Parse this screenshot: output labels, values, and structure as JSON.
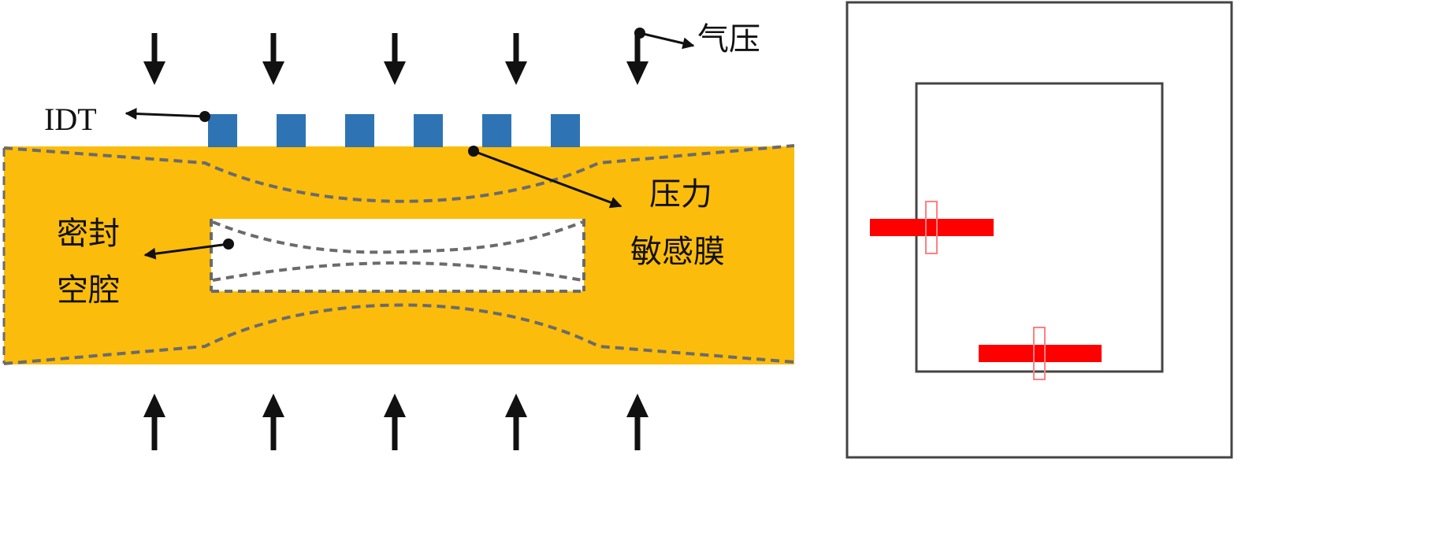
{
  "labels": {
    "air_pressure": "气压",
    "idt": "IDT",
    "pressure_sensitive_membrane_line1": "压力",
    "pressure_sensitive_membrane_line2": "敏感膜",
    "sealed_cavity_line1": "密封",
    "sealed_cavity_line2": "空腔"
  },
  "colors": {
    "substrate": "#fbbc0c",
    "electrode": "#2e74b5",
    "dashed_outline": "#6b6b6b",
    "arrow": "#111111",
    "frame": "#444444",
    "red_bar": "#ff0000",
    "red_outline": "#ff8080"
  },
  "idt_electrode_count": 6,
  "pressure_arrows_per_side": 5
}
